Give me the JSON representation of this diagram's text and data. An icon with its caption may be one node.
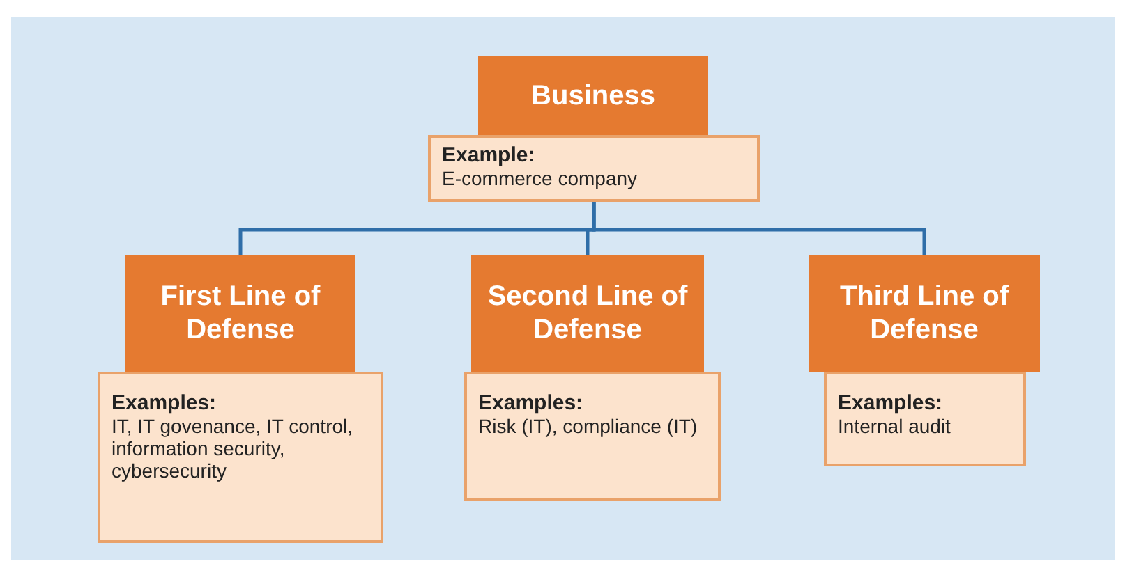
{
  "diagram": {
    "nodes": [
      {
        "text": [
          "Business"
        ]
      },
      {
        "text": [
          "Example:",
          "E-commerce company"
        ]
      },
      {
        "text": [
          "First Line of Defense"
        ]
      },
      {
        "text": [
          "Examples:",
          "IT, IT govenance, IT control, information security, cybersecurity"
        ]
      },
      {
        "text": [
          "Second Line of Defense"
        ]
      },
      {
        "text": [
          "Examples:",
          "Risk (IT), compliance (IT)"
        ]
      },
      {
        "text": [
          "Third Line of Defense"
        ]
      },
      {
        "text": [
          "Examples:",
          "Internal audit"
        ]
      }
    ],
    "edges": [
      {
        "from": 1,
        "to": 2,
        "arrow": "none"
      },
      {
        "from": 1,
        "to": 4,
        "arrow": "none"
      },
      {
        "from": 1,
        "to": 6,
        "arrow": "none"
      }
    ]
  }
}
